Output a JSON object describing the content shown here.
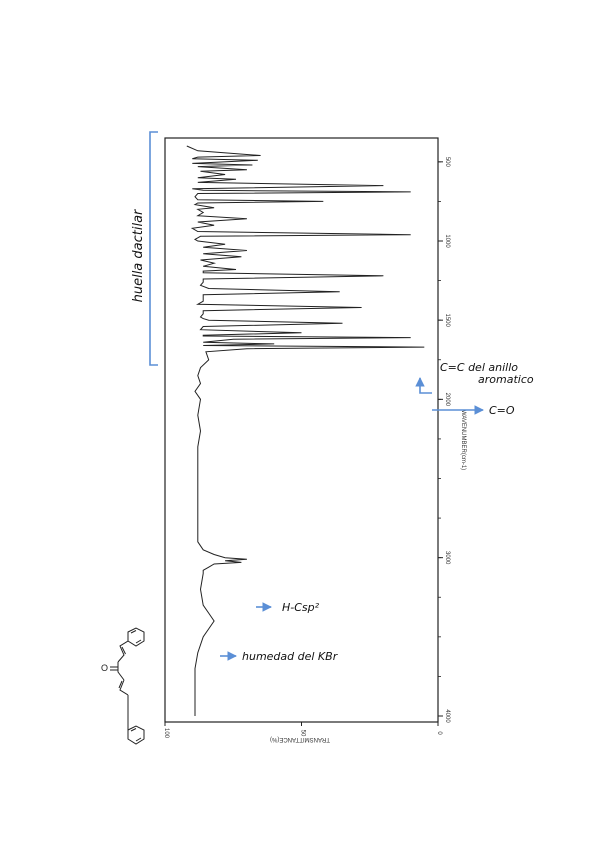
{
  "annotations": {
    "fingerprint": "huella dactilar",
    "ring": "C=C del anillo aromatico",
    "ring_line1": "C=C del anillo",
    "ring_line2": "aromatico",
    "carbonyl": "C=O",
    "csp2": "H-Csp²",
    "kbr": "humedad del KBr"
  },
  "colors": {
    "annotation": "#5b8fd6",
    "trace": "#222222",
    "frame": "#222222"
  },
  "molecule": {
    "oxygen_label": "O"
  },
  "chart_data": {
    "type": "line",
    "title": "",
    "xlabel": "WAVENUMBER(cm-1)",
    "ylabel": "TRANSMITTANCE(%)",
    "x_axis_reversed": true,
    "xlim": [
      400,
      4000
    ],
    "ylim": [
      0,
      100
    ],
    "x_ticks": [
      500,
      1000,
      1500,
      2000,
      3000,
      4000
    ],
    "x_tick_labels": [
      "500",
      "1000",
      "1500",
      "2000",
      "3000",
      "4000"
    ],
    "y_ticks": [
      0,
      50,
      100
    ],
    "y_tick_labels": [
      "0",
      "50",
      "100"
    ],
    "series": [
      {
        "x": [
          400,
          430,
          460,
          470,
          480,
          490,
          510,
          520,
          530,
          550,
          560,
          580,
          600,
          610,
          630,
          650,
          670,
          680,
          690,
          700,
          720,
          740,
          750,
          760,
          770,
          790,
          800,
          820,
          840,
          860,
          880,
          900,
          920,
          940,
          960,
          970,
          980,
          990,
          1000,
          1020,
          1040,
          1060,
          1080,
          1100,
          1120,
          1140,
          1160,
          1180,
          1190,
          1200,
          1220,
          1240,
          1260,
          1280,
          1300,
          1320,
          1340,
          1360,
          1380,
          1400,
          1420,
          1440,
          1460,
          1480,
          1490,
          1500,
          1520,
          1540,
          1560,
          1580,
          1595,
          1600,
          1610,
          1620,
          1640,
          1650,
          1660,
          1670,
          1680,
          1700,
          1750,
          1800,
          1850,
          1900,
          1950,
          2000,
          2100,
          2200,
          2300,
          2400,
          2500,
          2600,
          2700,
          2800,
          2900,
          2950,
          2980,
          3000,
          3010,
          3020,
          3030,
          3040,
          3060,
          3080,
          3100,
          3200,
          3300,
          3350,
          3400,
          3450,
          3500,
          3600,
          3700,
          3800,
          3900,
          4000
        ],
        "y": [
          92,
          88,
          65,
          88,
          90,
          66,
          90,
          68,
          88,
          70,
          87,
          78,
          88,
          74,
          88,
          20,
          90,
          86,
          10,
          88,
          89,
          88,
          42,
          88,
          89,
          82,
          88,
          86,
          88,
          70,
          88,
          82,
          90,
          88,
          10,
          87,
          88,
          89,
          88,
          78,
          86,
          70,
          86,
          72,
          87,
          82,
          86,
          74,
          86,
          86,
          20,
          86,
          86,
          87,
          84,
          36,
          86,
          86,
          86,
          88,
          28,
          86,
          86,
          87,
          86,
          84,
          35,
          86,
          87,
          50,
          86,
          86,
          10,
          75,
          86,
          60,
          86,
          5,
          70,
          85,
          84,
          87,
          88,
          87,
          89,
          87,
          88,
          87,
          88,
          88,
          88,
          88,
          88,
          88,
          88,
          86,
          82,
          78,
          70,
          78,
          72,
          82,
          84,
          86,
          86,
          87,
          86,
          84,
          82,
          84,
          86,
          88,
          89,
          89,
          89,
          89
        ]
      }
    ]
  }
}
